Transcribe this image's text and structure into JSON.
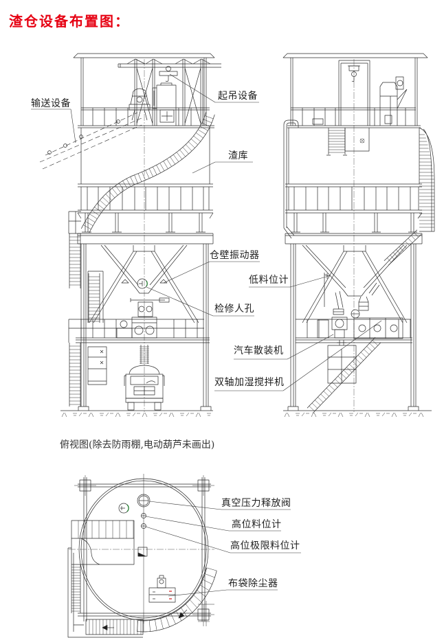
{
  "title": "渣仓设备布置图：",
  "elevation_labels": {
    "conveyor": "输送设备",
    "hoist": "起吊设备",
    "slag_silo": "渣库",
    "wall_vibrator": "仓壁振动器",
    "low_level_gauge": "低料位计",
    "manhole": "检修人孔",
    "truck_loader": "汽车散装机",
    "twin_shaft_mixer": "双轴加湿搅拌机"
  },
  "plan_view": {
    "caption": "俯视图(除去防雨棚,电动葫芦未画出)",
    "labels": {
      "vacuum_relief_valve": "真空压力释放阀",
      "high_level_gauge": "高位料位计",
      "high_limit_level_gauge": "高位极限料位计",
      "bag_filter": "布袋除尘器"
    }
  },
  "colors": {
    "title": "#e60012",
    "line": "#2b2b2b",
    "manhole_marker": "#1d7a2a",
    "filter_marker": "#d42020",
    "background": "#ffffff"
  }
}
